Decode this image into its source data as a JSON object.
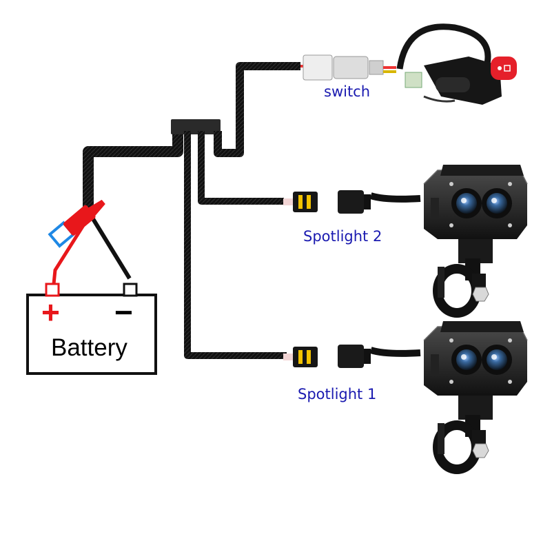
{
  "labels": {
    "switch": "switch",
    "spotlight_2": "Spotlight  2",
    "spotlight_1": "Spotlight 1",
    "battery": "Battery",
    "positive": "+",
    "negative": "−"
  },
  "colors": {
    "wire": "#111111",
    "label_text": "#1a1ab0",
    "positive_red": "#e8171b",
    "fuse_blue": "#1e88e5",
    "connector_yellow": "#f2c200",
    "switch_red": "#e5202a",
    "lens_blue": "#3a6aa0"
  },
  "icons": {
    "switch": "handlebar-switch-icon",
    "spotlight_2": "spotlight-icon",
    "spotlight_1": "spotlight-icon",
    "battery": "battery-icon",
    "fuse": "fuse-clip-icon"
  }
}
